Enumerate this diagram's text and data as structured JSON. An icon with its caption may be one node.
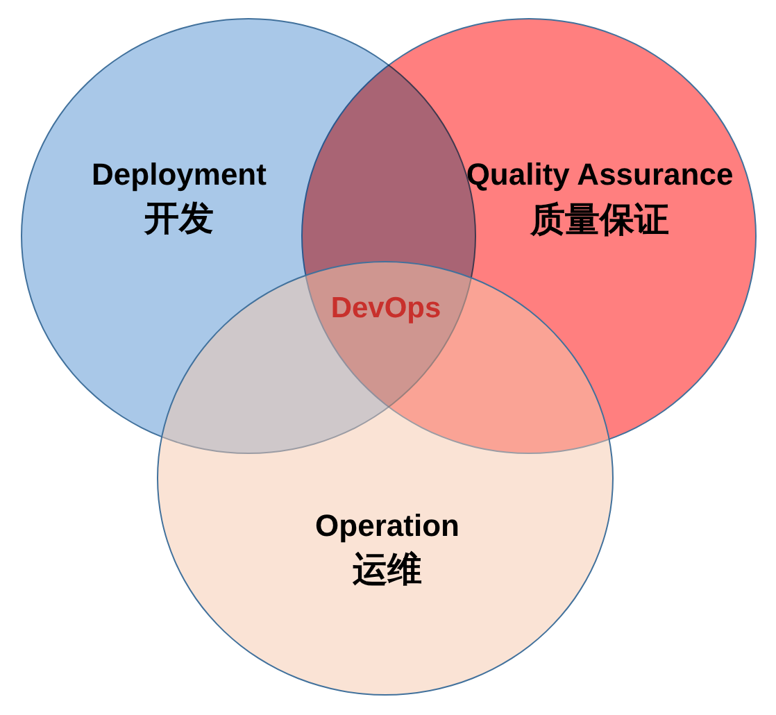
{
  "diagram": {
    "nodes": [
      {
        "text": [
          "Deployment",
          "开发"
        ]
      },
      {
        "text": [
          "Quality Assurance",
          "质量保证"
        ]
      },
      {
        "text": [
          "Operation",
          "运维"
        ]
      }
    ],
    "labels": [
      "DevOps"
    ]
  }
}
